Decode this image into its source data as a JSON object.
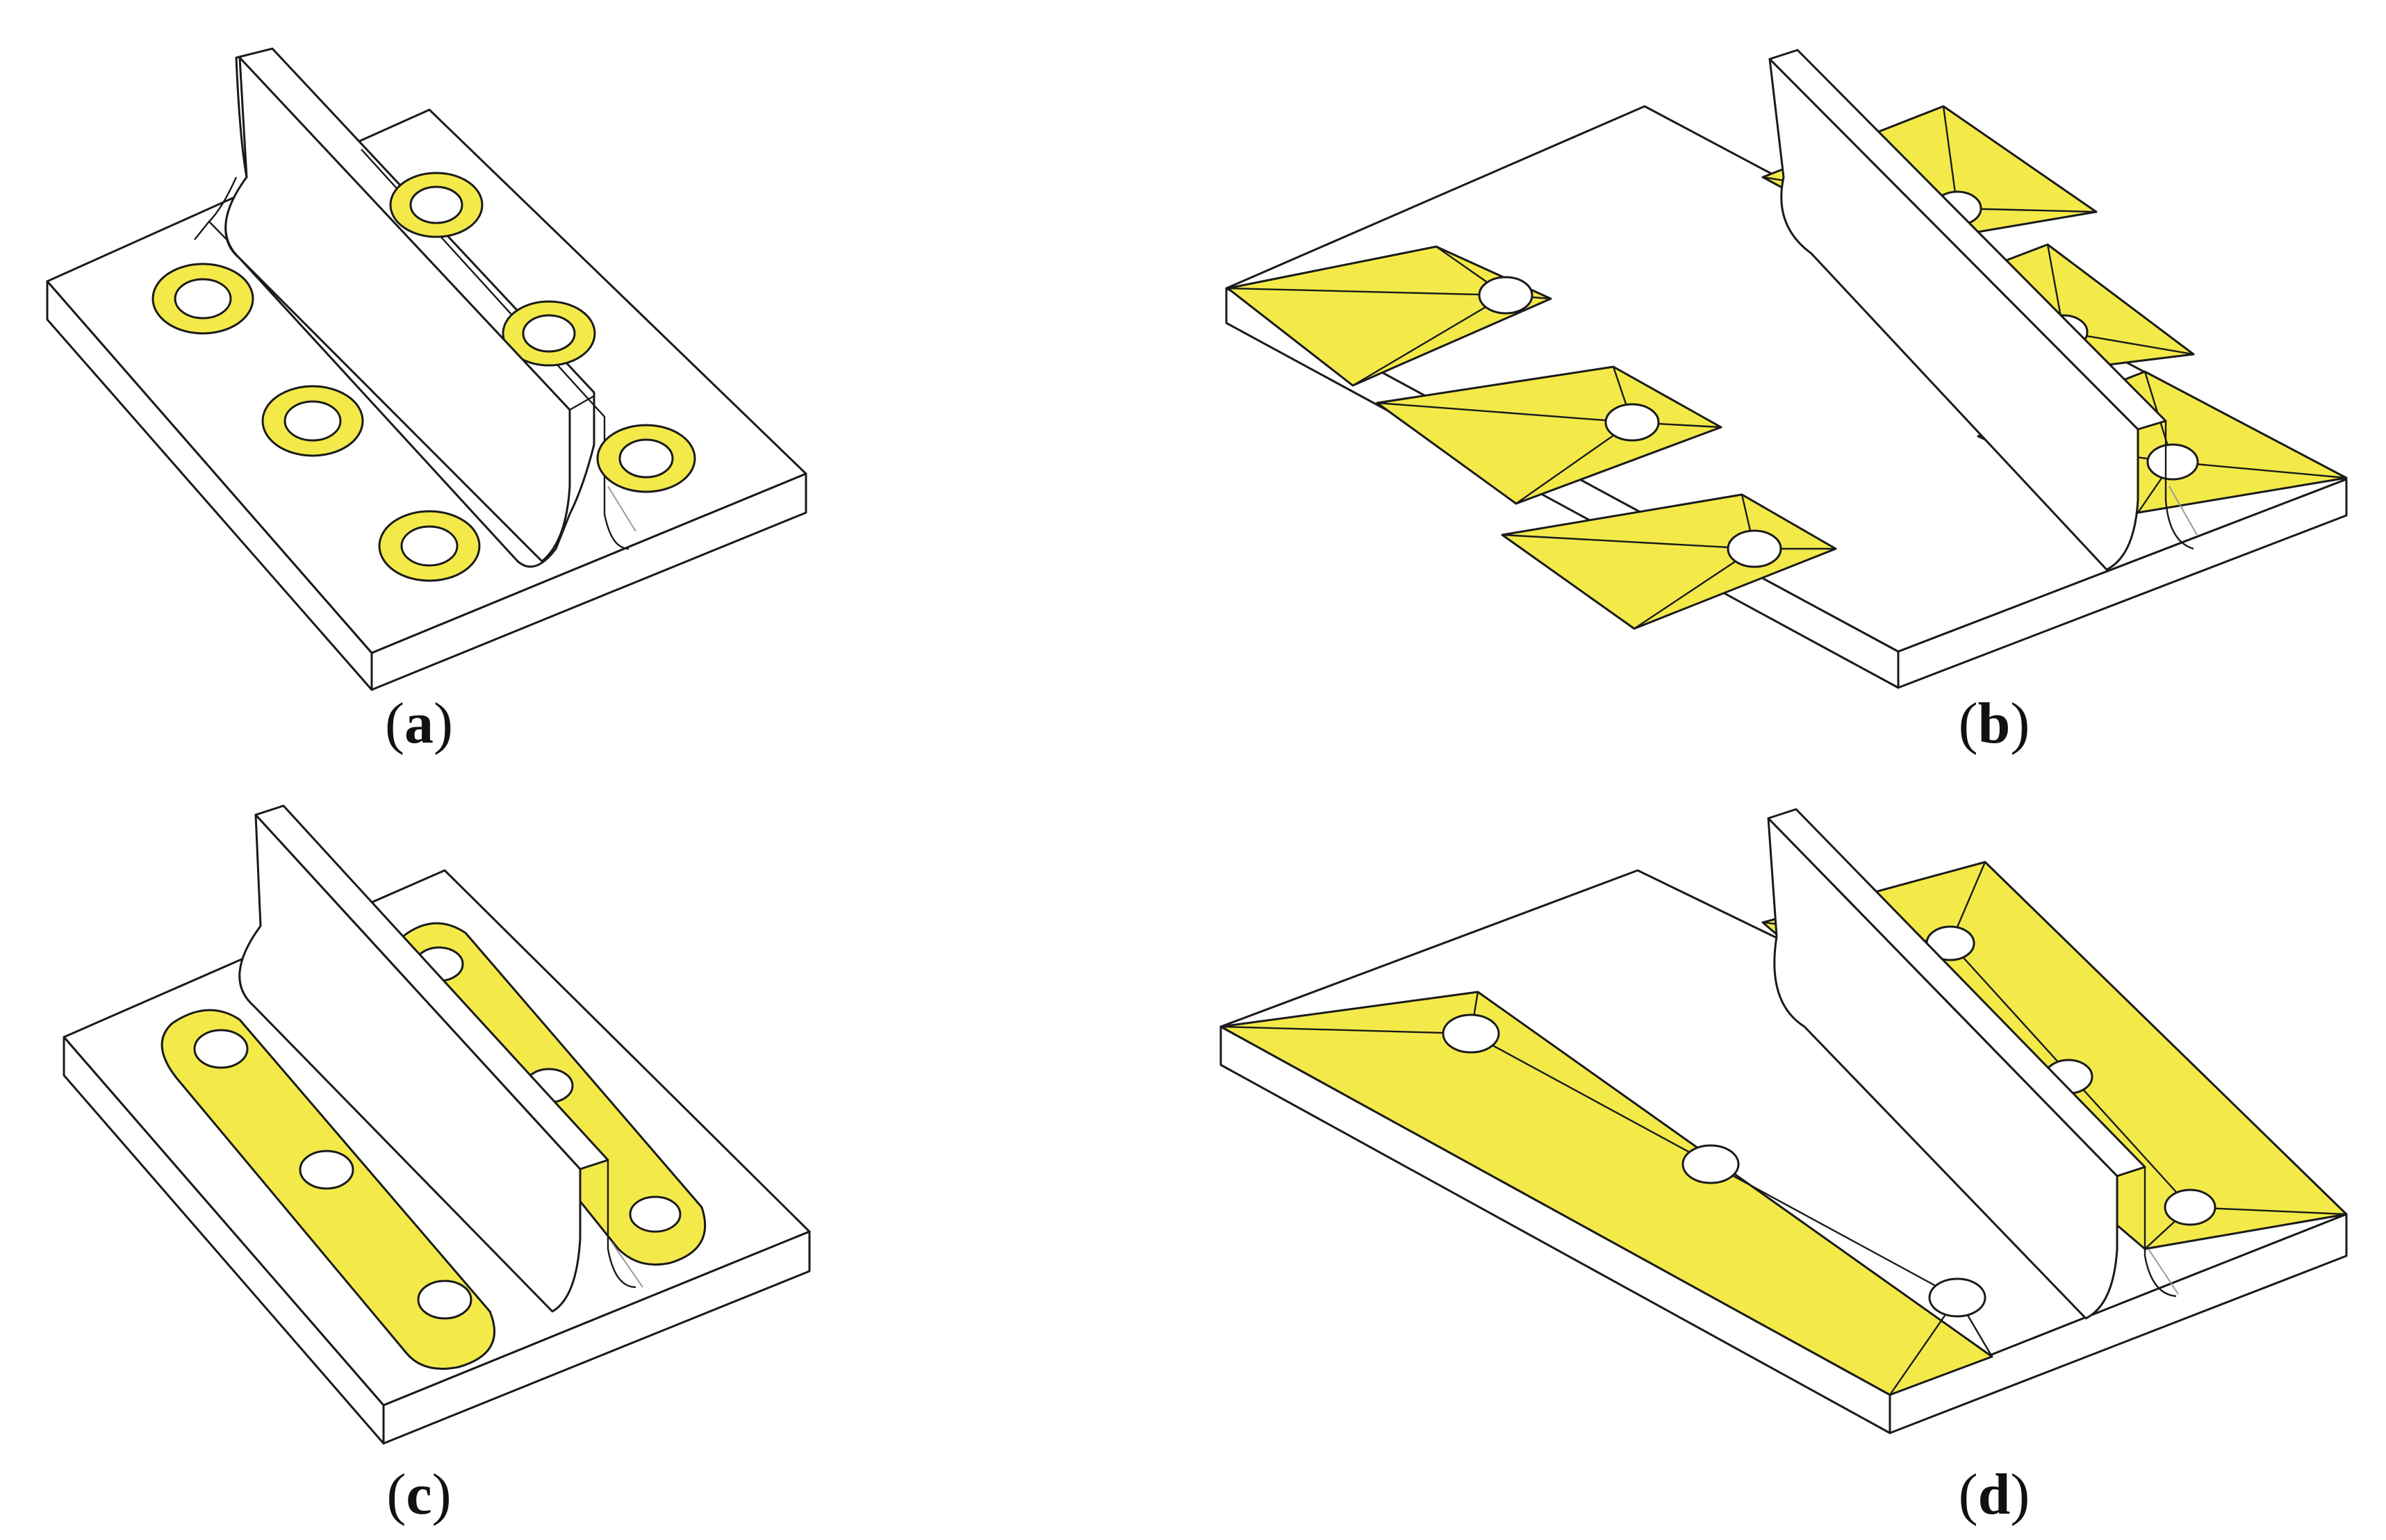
{
  "figure": {
    "panels": [
      {
        "id": "a",
        "label": "a",
        "open": "(",
        "close": ")"
      },
      {
        "id": "b",
        "label": "b",
        "open": "(",
        "close": ")"
      },
      {
        "id": "c",
        "label": "c",
        "open": "(",
        "close": ")"
      },
      {
        "id": "d",
        "label": "d",
        "open": "(",
        "close": ")"
      }
    ]
  },
  "colors": {
    "highlight": "#f3ea4a",
    "outline": "#1a1a1a",
    "part": "#ffffff"
  }
}
